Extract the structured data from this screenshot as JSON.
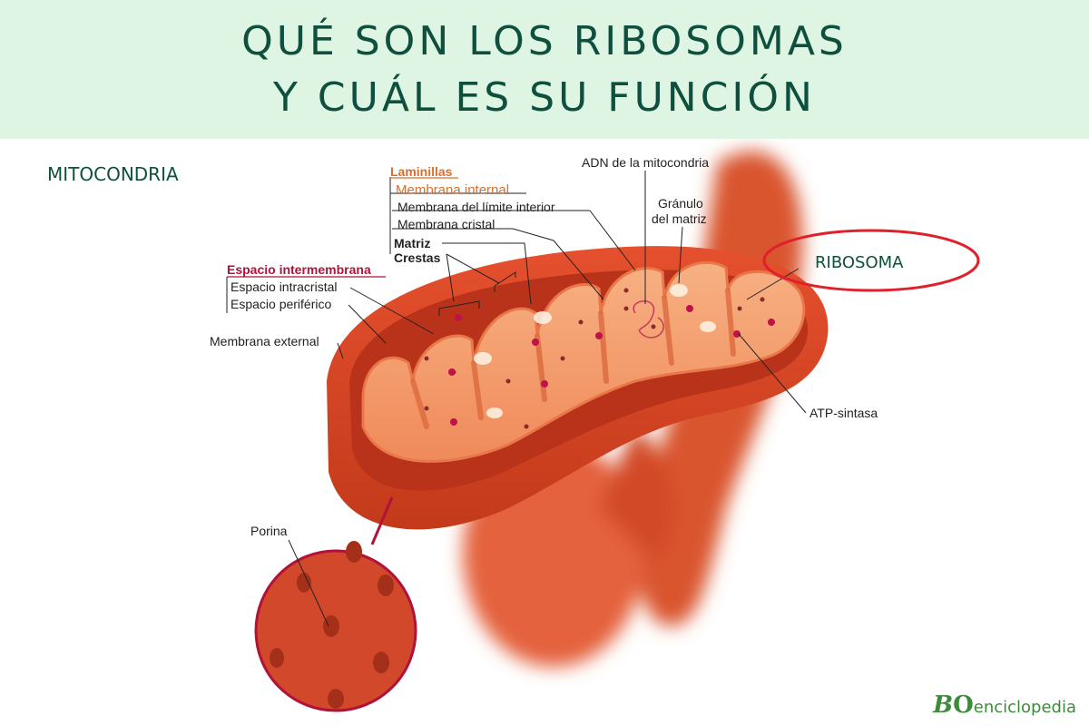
{
  "header": {
    "title_line1": "QUÉ SON LOS RIBOSOMAS",
    "title_line2": "Y CUÁL ES SU FUNCIÓN",
    "background_color": "#dff5e4",
    "text_color": "#0f4f3e"
  },
  "section_label": "MITOCONDRIA",
  "labels": {
    "laminillas": "Laminillas",
    "membrana_interna": "Membrana internal",
    "membrana_limite": "Membrana del límite interior",
    "membrana_cristal": "Membrana cristal",
    "matriz": "Matriz",
    "crestas": "Crestas",
    "espacio_intermembrana": "Espacio intermembrana",
    "espacio_intracristal": "Espacio intracristal",
    "espacio_periferico": "Espacio periférico",
    "membrana_external": "Membrana external",
    "adn": "ADN de la mitocondria",
    "granulo_1": "Gránulo",
    "granulo_2": "del matriz",
    "ribosoma": "RIBOSOMA",
    "atp": "ATP-sintasa",
    "porina": "Porina"
  },
  "highlight_color": "#e0202a",
  "logo": {
    "b": "B",
    "o": "O",
    "text": "enciclopedia"
  }
}
